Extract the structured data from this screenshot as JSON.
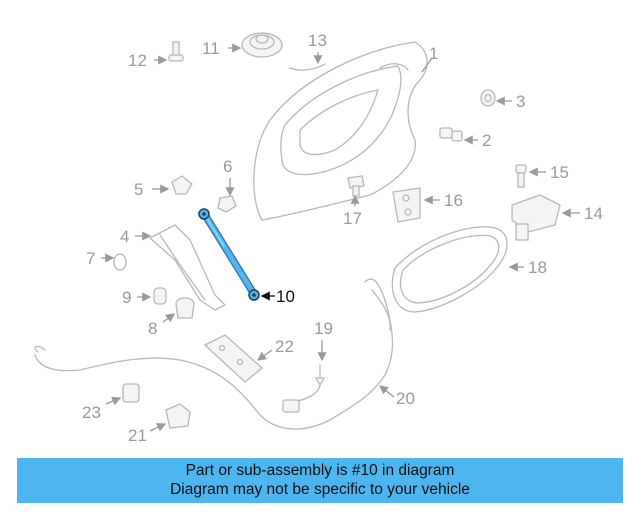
{
  "callouts": {
    "c1": "1",
    "c2": "2",
    "c3": "3",
    "c4": "4",
    "c5": "5",
    "c6": "6",
    "c7": "7",
    "c8": "8",
    "c9": "9",
    "c10": "10",
    "c11": "11",
    "c12": "12",
    "c13": "13",
    "c14": "14",
    "c15": "15",
    "c16": "16",
    "c17": "17",
    "c18": "18",
    "c19": "19",
    "c20": "20",
    "c21": "21",
    "c22": "22",
    "c23": "23"
  },
  "highlight_color": "#4db5f0",
  "banner": {
    "line1": "Part or sub-assembly is #10 in diagram",
    "line2": "Diagram may not be specific to your vehicle"
  }
}
